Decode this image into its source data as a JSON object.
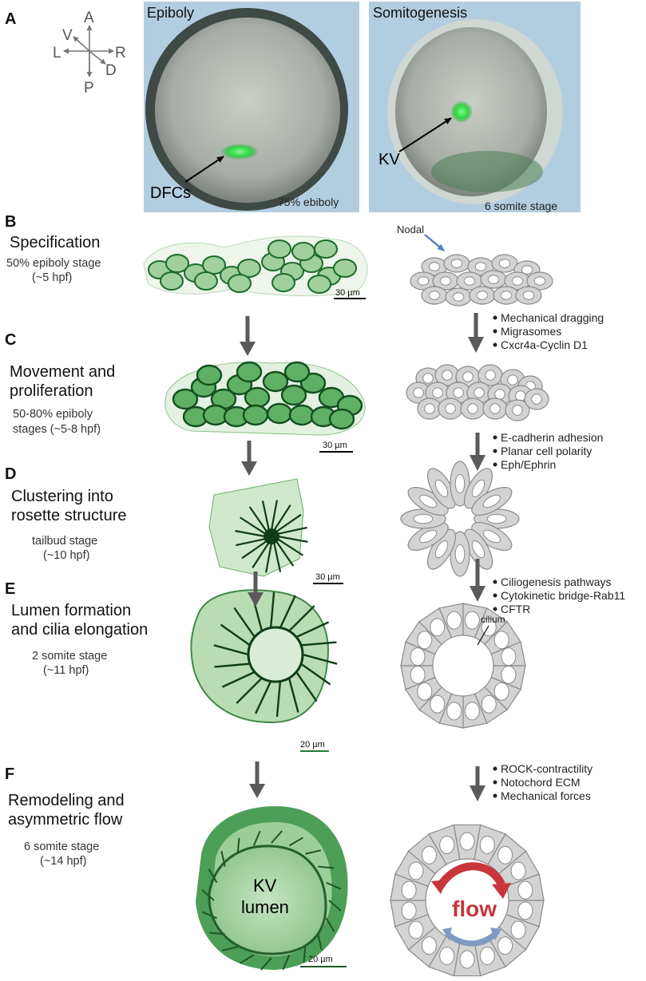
{
  "panel_letters": {
    "a": "A",
    "b": "B",
    "c": "C",
    "d": "D",
    "e": "E",
    "f": "F"
  },
  "axes": {
    "anterior": "A",
    "posterior": "P",
    "left": "L",
    "right": "R",
    "ventral": "V",
    "dorsal": "D"
  },
  "panel_a": {
    "left_title": "Epiboly",
    "left_label": "DFCs",
    "left_stage": "75% ebiboly",
    "right_title": "Somitogenesis",
    "right_label": "KV",
    "right_stage": "6 somite stage"
  },
  "stages": {
    "b": {
      "title1": "Specification",
      "sub1": "50% epiboly stage",
      "sub2": "(~5 hpf)",
      "scale": "30 µm"
    },
    "c": {
      "title1": "Movement and",
      "title2": "proliferation",
      "sub1": "50-80% epiboly",
      "sub2": "stages (~5-8 hpf)",
      "scale": "30 µm"
    },
    "d": {
      "title1": "Clustering into",
      "title2": "rosette structure",
      "sub1": "tailbud stage",
      "sub2": "(~10 hpf)",
      "scale": "30 µm"
    },
    "e": {
      "title1": "Lumen formation",
      "title2": "and cilia elongation",
      "sub1": "2 somite stage",
      "sub2": "(~11 hpf)",
      "scale": "20 µm"
    },
    "f": {
      "title1": "Remodeling and",
      "title2": "asymmetric flow",
      "sub1": "6 somite stage",
      "sub2": "(~14 hpf)",
      "scale": "20 µm"
    }
  },
  "nodal_label": "Nodal",
  "cilium_label": "cilium",
  "flow_label": "flow",
  "lumen_line1": "KV",
  "lumen_line2": "lumen",
  "bullets": {
    "bc": [
      "Mechanical dragging",
      "Migrasomes",
      "Cxcr4a-Cyclin D1"
    ],
    "cd": [
      "E-cadherin adhesion",
      "Planar cell polarity",
      "Eph/Ephrin"
    ],
    "de": [
      "Ciliogenesis pathways",
      "Cytokinetic bridge-Rab11",
      "CFTR"
    ],
    "ef": [
      "ROCK-contractility",
      "Notochord ECM",
      "Mechanical forces"
    ]
  },
  "colors": {
    "gfp": "#1f8a2e",
    "flow_red": "#c9353b",
    "flow_blue": "#7d9bc3",
    "nodal_arrow": "#4a7fc1",
    "arrow_gray": "#5a5a5a"
  }
}
